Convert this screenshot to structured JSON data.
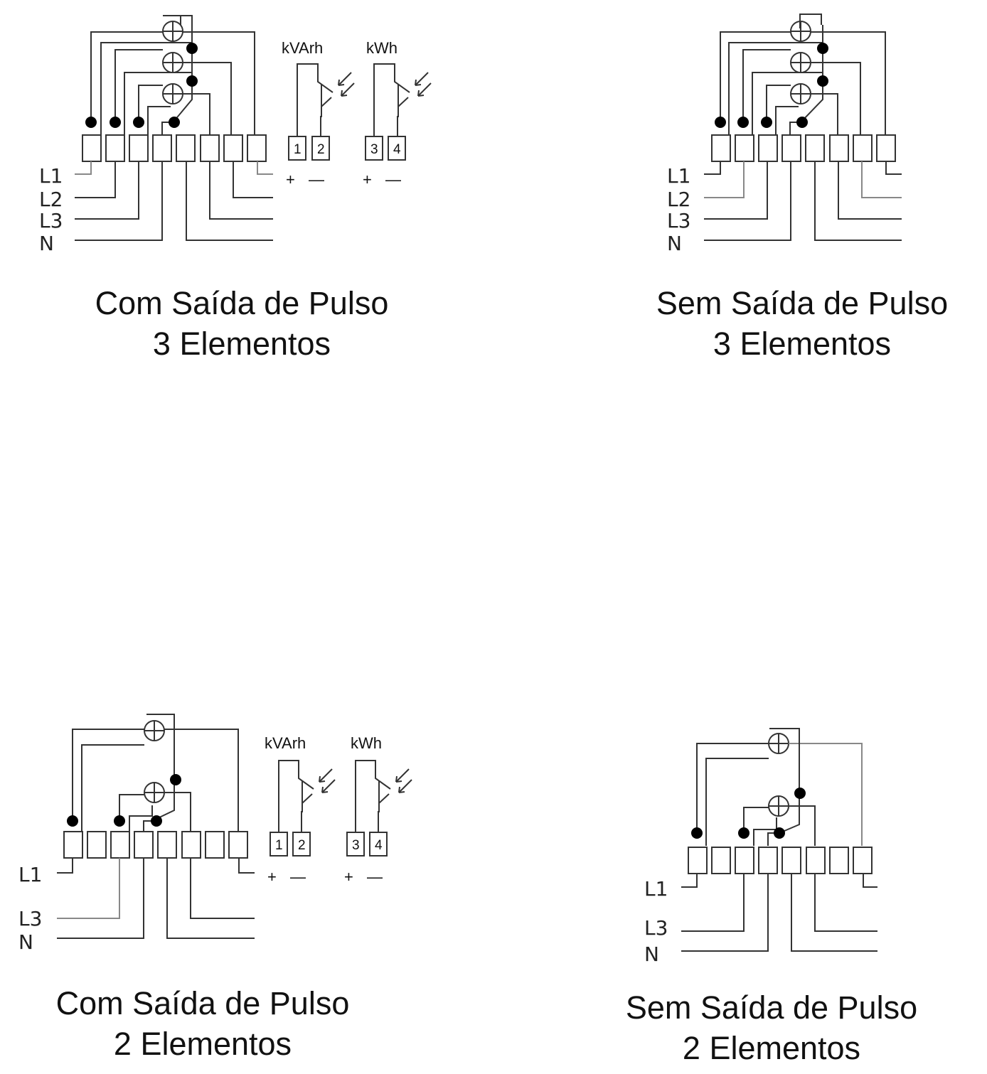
{
  "diagrams": [
    {
      "id": "com-3",
      "title_line1": "Com Saída de Pulso",
      "title_line2": "3 Elementos",
      "lines": [
        "L1",
        "L2",
        "L3",
        "N"
      ],
      "pulse": {
        "a_label": "kVArh",
        "b_label": "kWh",
        "pins": [
          "1",
          "2",
          "3",
          "4"
        ],
        "polarity_plus": "+",
        "polarity_minus": "—"
      }
    },
    {
      "id": "sem-3",
      "title_line1": "Sem Saída de Pulso",
      "title_line2": "3 Elementos",
      "lines": [
        "L1",
        "L2",
        "L3",
        "N"
      ]
    },
    {
      "id": "com-2",
      "title_line1": "Com Saída de Pulso",
      "title_line2": "2 Elementos",
      "lines": [
        "L1",
        "L3",
        "N"
      ],
      "pulse": {
        "a_label": "kVArh",
        "b_label": "kWh",
        "pins": [
          "1",
          "2",
          "3",
          "4"
        ],
        "polarity_plus": "+",
        "polarity_minus": "—"
      }
    },
    {
      "id": "sem-2",
      "title_line1": "Sem Saída de Pulso",
      "title_line2": "2 Elementos",
      "lines": [
        "L1",
        "L3",
        "N"
      ]
    }
  ]
}
